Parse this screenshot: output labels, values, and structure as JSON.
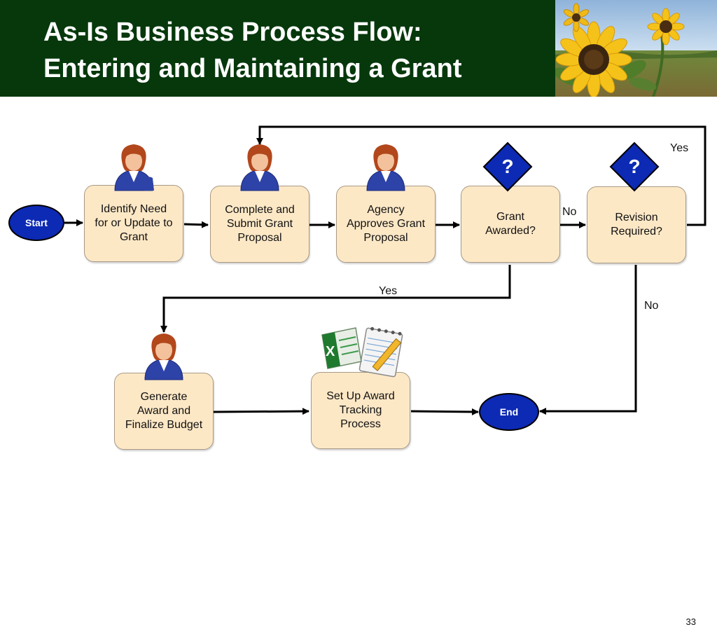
{
  "title": {
    "line1": "As-Is Business Process Flow:",
    "line2": "Entering and Maintaining a Grant"
  },
  "colors": {
    "header_bg": "#06380c",
    "box_fill": "#fde8c6",
    "node_blue": "#0d2ab5"
  },
  "nodes": {
    "start": "Start",
    "end": "End",
    "identify": "Identify Need\nfor or Update to\nGrant",
    "complete": "Complete and\nSubmit Grant\nProposal",
    "agency": "Agency\nApproves Grant\nProposal",
    "awarded": "Grant\nAwarded?",
    "revision": "Revision\nRequired?",
    "generate": "Generate\nAward and\nFinalize Budget",
    "setup": "Set Up Award\nTracking\nProcess"
  },
  "decision_mark": "?",
  "edge_labels": {
    "awarded_no": "No",
    "awarded_yes": "Yes",
    "revision_yes": "Yes",
    "revision_no": "No"
  },
  "icons": [
    "person-icon",
    "question-diamond-icon",
    "spreadsheet-icon",
    "sunflower-photo"
  ],
  "page_number": "33"
}
